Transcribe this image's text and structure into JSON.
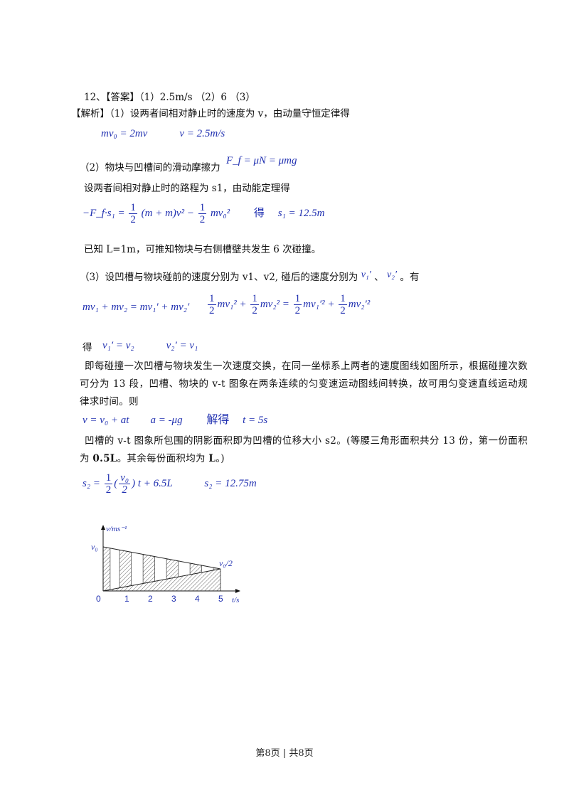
{
  "answer_line": "12、【答案】（1）2.5m/s （2）6 （3）",
  "analysis_intro": "【解析】（1）设两者间相对静止时的速度为 v，由动量守恒定律得",
  "f1": "mv₀ = 2mv　　　v = 2.5m/s",
  "part2_label": "（2）物块与凹槽间的滑动摩擦力",
  "f2": "F_f = μN = μmg",
  "part2_text": "设两者间相对静止时的路程为 s1，由动能定理得",
  "f3_left": "−F_f·s₁ =",
  "f3_de": "得",
  "f3_right": "s₁ = 12.5m",
  "part2_result": "已知 L=1m，可推知物块与右侧槽壁共发生 6 次碰撞。",
  "part3_text": "（3）设凹槽与物块碰前的速度分别为 v1、v2, 碰后的速度分别为",
  "part3_tail": "。有",
  "f4a": "mv₁ + mv₂ = mv₁′ + mv₂′",
  "f5_de": "得",
  "f5": "v₁′ = v₂　　　v₂′ = v₁",
  "para_collision": "即每碰撞一次凹槽与物块发生一次速度交换，在同一坐标系上两者的速度图线如图所示，根据碰撞次数可分为 13 段，凹槽、物块的 v-t 图象在两条连续的匀变速运动图线间转换，故可用匀变速直线运动规律求时间。则",
  "f6a": "v = v₀ + at　　a = -μg",
  "f6_jie": "解得",
  "f6b": "t = 5s",
  "para_area_1": "凹槽的 v-t 图象所包围的阴影面积即为凹槽的位移大小 s2。(等腰三角形面积共分 13 份，第一份面积为 ",
  "para_area_bold1": "0.5L",
  "para_area_2": "。其余每份面积均为 ",
  "para_area_bold2": "L",
  "para_area_3": "。)",
  "f7_right": "t + 6.5L　　　s₂ = 12.75m",
  "chart_data": {
    "type": "line",
    "ylabel": "v/ms⁻¹",
    "xlabel": "t/s",
    "x_ticks": [
      "0",
      "1",
      "2",
      "3",
      "4",
      "5"
    ],
    "y_tick_labels": [
      "v₀",
      "v₀/2"
    ],
    "series": [
      {
        "x": [
          0,
          5
        ],
        "y": [
          1,
          0.5
        ]
      },
      {
        "x": [
          0,
          5
        ],
        "y": [
          0,
          0.5
        ]
      }
    ]
  },
  "footer": "第8页 | 共8页"
}
